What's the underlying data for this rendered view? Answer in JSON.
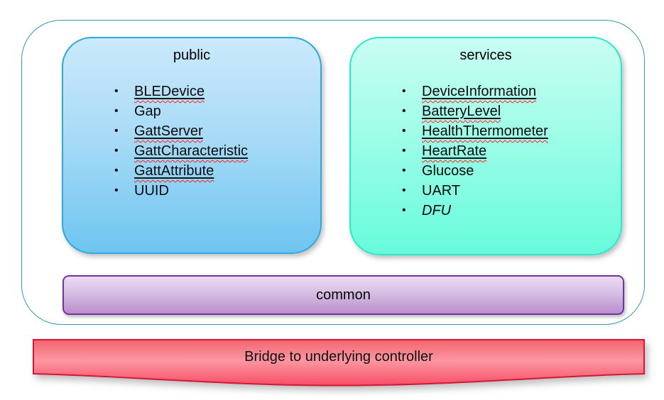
{
  "bullet_glyph": "•",
  "public_box": {
    "title": "public",
    "items": [
      {
        "label": "BLEDevice",
        "underline": true,
        "italic": false
      },
      {
        "label": "Gap",
        "underline": false,
        "italic": false
      },
      {
        "label": "GattServer",
        "underline": true,
        "italic": false
      },
      {
        "label": "GattCharacteristic",
        "underline": true,
        "italic": false
      },
      {
        "label": "GattAttribute",
        "underline": true,
        "italic": false
      },
      {
        "label": "UUID",
        "underline": false,
        "italic": false
      }
    ]
  },
  "services_box": {
    "title": "services",
    "items": [
      {
        "label": "DeviceInformation",
        "underline": true,
        "italic": false
      },
      {
        "label": "BatteryLevel",
        "underline": true,
        "italic": false
      },
      {
        "label": "HealthThermometer",
        "underline": true,
        "italic": false
      },
      {
        "label": "HeartRate",
        "underline": true,
        "italic": false
      },
      {
        "label": "Glucose",
        "underline": false,
        "italic": false
      },
      {
        "label": "UART",
        "underline": false,
        "italic": false
      },
      {
        "label": "DFU",
        "underline": false,
        "italic": true
      }
    ]
  },
  "common_bar": {
    "label": "common"
  },
  "bridge": {
    "label": "Bridge to underlying controller"
  },
  "colors": {
    "outer_border": "#3a98ad",
    "public_border": "#30a8df",
    "public_fill_top": "#cbe9fb",
    "public_fill_mid": "#a9dbf7",
    "public_fill_bottom": "#6ec5f0",
    "services_border": "#28eac6",
    "services_fill_top": "#c9fdf2",
    "services_fill_mid": "#9efde8",
    "services_fill_bottom": "#67fbdb",
    "common_border": "#7133a3",
    "common_fill_top": "#ecdaf2",
    "common_fill_mid": "#d9c2e6",
    "common_fill_bottom": "#ba8fcc",
    "bridge_border": "#d21737",
    "bridge_fill_top": "#f2646f",
    "bridge_fill_mid": "#fb97a1",
    "bridge_fill_bottom": "#f84e68",
    "squiggle": "#ff1f1f"
  }
}
